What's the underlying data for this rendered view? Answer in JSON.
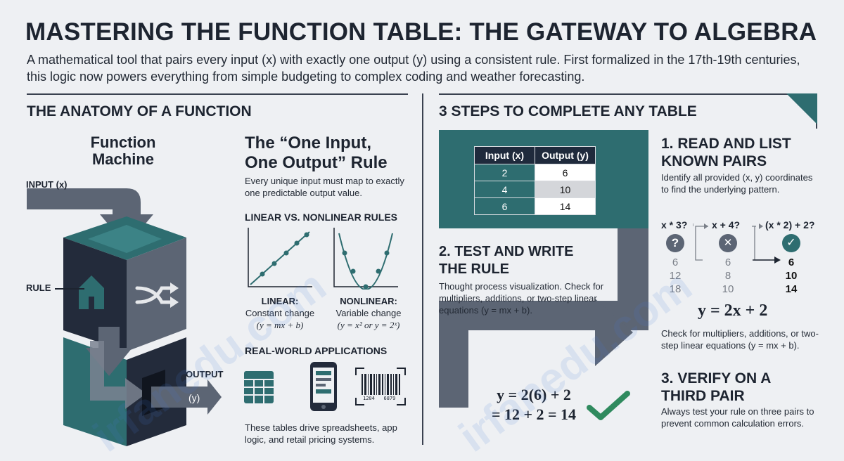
{
  "header": {
    "title": "MASTERING THE FUNCTION TABLE: THE GATEWAY TO ALGEBRA",
    "subtitle": "A mathematical tool that pairs every input (x) with exactly one output (y) using a consistent rule. First formalized in the 17th-19th centuries, this logic now powers everything from simple budgeting to complex coding and weather forecasting."
  },
  "left": {
    "section_title": "THE ANATOMY OF A FUNCTION",
    "machine": {
      "title_line1": "Function",
      "title_line2": "Machine",
      "input_label": "INPUT (x)",
      "rule_label": "RULE",
      "output_label": "OUTPUT",
      "output_var": "(y)"
    },
    "rule_heading_line1": "The “One Input,",
    "rule_heading_line2": "One Output” Rule",
    "rule_desc": "Every unique input must map to exactly one predictable output value.",
    "lin_nonlin_title": "LINEAR VS. NONLINEAR RULES",
    "linear": {
      "label": "LINEAR:",
      "desc": "Constant change",
      "formula": "(y = mx + b)"
    },
    "nonlinear": {
      "label": "NONLINEAR:",
      "desc": "Variable change",
      "formula": "(y = x² or y = 2ˣ)"
    },
    "apps_title": "REAL-WORLD APPLICATIONS",
    "barcode_text": "1204   6879",
    "apps_desc": "These tables drive spreadsheets, app logic, and retail pricing systems."
  },
  "right": {
    "section_title": "3 STEPS TO COMPLETE ANY TABLE",
    "table": {
      "headers": [
        "Input (x)",
        "Output (y)"
      ],
      "rows": [
        [
          "2",
          "6"
        ],
        [
          "4",
          "10"
        ],
        [
          "6",
          "14"
        ]
      ]
    },
    "step1": {
      "title_line1": "1. READ AND LIST",
      "title_line2": "KNOWN PAIRS",
      "desc": "Identify all provided (x, y) coordinates to find the underlying pattern."
    },
    "trials": [
      {
        "rule": "x * 3?",
        "icon": "?",
        "values": [
          "6",
          "12",
          "18"
        ]
      },
      {
        "rule": "x + 4?",
        "icon": "✕",
        "values": [
          "6",
          "8",
          "10"
        ]
      },
      {
        "rule": "(x * 2) + 2?",
        "icon": "✓",
        "values": [
          "6",
          "10",
          "14"
        ]
      }
    ],
    "final_rule": "y = 2x + 2",
    "step1_check": "Check for multipliers, additions, or two-step linear equations (y = mx + b).",
    "step2": {
      "title_line1": "2. TEST AND WRITE",
      "title_line2": "THE RULE",
      "desc": "Thought process visualization. Check for multipliers, additions, or two-step linear equations (y = mx + b)."
    },
    "verify_line1": "y = 2(6) + 2",
    "verify_line2": "= 12 + 2 = 14",
    "step3": {
      "title_line1": "3. VERIFY ON A",
      "title_line2": "THIRD PAIR",
      "desc": "Always test your rule on three pairs to prevent common calculation errors."
    }
  },
  "watermark": "irfanedu.com",
  "colors": {
    "teal": "#2e6d70",
    "slate": "#5c6574",
    "navy": "#232b3b",
    "check_green": "#2f8a5e"
  }
}
